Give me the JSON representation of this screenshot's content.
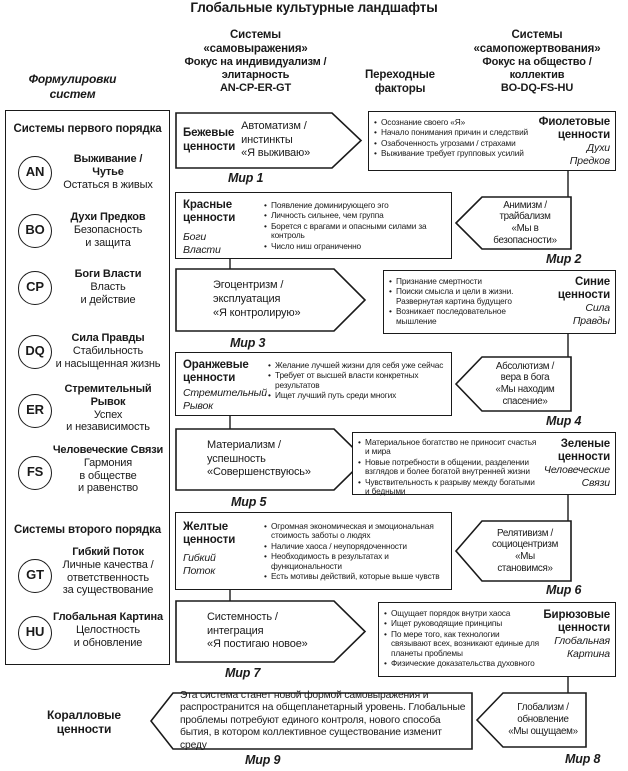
{
  "title": "Глобальные культурные ландшафты",
  "headers": {
    "formulations": "Формулировки\nсистем",
    "expression": {
      "name": "Системы\n«самовыражения»",
      "focus": "Фокус на индивидуализм /\nэлитарность",
      "codes": "AN-CP-ER-GT"
    },
    "transition": "Переходные\nфакторы",
    "sacrifice": {
      "name": "Системы\n«самопожертвования»",
      "focus": "Фокус на общество /\nколлектив",
      "codes": "BO-DQ-FS-HU"
    }
  },
  "sidebar": {
    "first_order_title": "Системы первого порядка",
    "second_order_title": "Системы второго порядка",
    "first_order": [
      {
        "code": "AN",
        "name": "Выживание /\nЧутье",
        "desc": "Остаться в живых"
      },
      {
        "code": "BO",
        "name": "Духи Предков",
        "desc": "Безопасность\nи защита"
      },
      {
        "code": "CP",
        "name": "Боги Власти",
        "desc": "Власть\nи действие"
      },
      {
        "code": "DQ",
        "name": "Сила Правды",
        "desc": "Стабильность\nи насыщенная жизнь"
      },
      {
        "code": "ER",
        "name": "Стремительный\nРывок",
        "desc": "Успех\nи независимость"
      },
      {
        "code": "FS",
        "name": "Человеческие Связи",
        "desc": "Гармония\nв обществе\nи равенство"
      }
    ],
    "second_order": [
      {
        "code": "GT",
        "name": "Гибкий Поток",
        "desc": "Личные качества /\nответственность\nза существование"
      },
      {
        "code": "HU",
        "name": "Глобальная Картина",
        "desc": "Целостность\nи обновление"
      }
    ]
  },
  "flow": {
    "stage1": {
      "name": "Бежевые\nценности",
      "text": "Автоматизм /\nинстинкты\n«Я выживаю»",
      "world": "Мир 1"
    },
    "tbox1": {
      "bullets": [
        "Осознание своего «Я»",
        "Начало понимания причин и следствий",
        "Озабоченность угрозами / страхами",
        "Выживание требует групповых усилий"
      ],
      "label": "Фиолетовые\nценности",
      "sublabel": "Духи\nПредков"
    },
    "stage2": {
      "name": "Красные\nценности",
      "sublabel": "Боги\nВласти",
      "bullets": [
        "Появление доминирующего эго",
        "Личность сильнее, чем группа",
        "Борется с врагами и опасными силами за контроль",
        "Число ниш ограниченно"
      ],
      "world": "Мир 2"
    },
    "arrow2": {
      "text": "Анимизм /\nтрайбализм\n«Мы в безопасности»"
    },
    "stage3": {
      "text": "Эгоцентризм /\nэксплуатация\n«Я контролирую»",
      "world": "Мир 3"
    },
    "tbox3": {
      "bullets": [
        "Признание смертности",
        "Поиски смысла и цели в жизни. Развернутая картина будущего",
        "Возникает последовательное мышление"
      ],
      "label": "Синие\nценности",
      "sublabel": "Сила\nПравды"
    },
    "stage4": {
      "name": "Оранжевые\nценности",
      "sublabel": "Стремительный\nРывок",
      "bullets": [
        "Желание лучшей жизни для себя уже сейчас",
        "Требует от высшей власти конкретных результатов",
        "Ищет лучший путь среди многих"
      ],
      "world": "Мир 4"
    },
    "arrow4": {
      "text": "Абсолютизм /\nвера в бога\n«Мы находим\nспасение»"
    },
    "stage5": {
      "text": "Материализм /\nуспешность\n«Совершенствуюсь»",
      "world": "Мир 5"
    },
    "tbox5": {
      "bullets": [
        "Материальное богатство не приносит счастья и мира",
        "Новые потребности в общении, разделении взглядов и более богатой внутренней жизни",
        "Чувствительность к разрыву между богатыми и бедными"
      ],
      "label": "Зеленые\nценности",
      "sublabel": "Человеческие\nСвязи"
    },
    "stage6": {
      "name": "Желтые\nценности",
      "sublabel": "Гибкий\nПоток",
      "bullets": [
        "Огромная экономическая и эмоциональная стоимость заботы о людях",
        "Наличие хаоса / неупорядоченности",
        "Необходимость в результатах и функциональности",
        "Есть мотивы действий, которые выше чувств"
      ],
      "world": "Мир 6"
    },
    "arrow6": {
      "text": "Релятивизм /\nсоциоцентризм\n«Мы\nстановимся»"
    },
    "stage7": {
      "text": "Системность /\nинтеграция\n«Я постигаю новое»",
      "world": "Мир 7"
    },
    "tbox7": {
      "bullets": [
        "Ощущает порядок внутри хаоса",
        "Ищет руководящие принципы",
        "По мере того, как технологии связывают всех, возникают единые для планеты проблемы",
        "Физические доказательства духовного"
      ],
      "label": "Бирюзовые\nценности",
      "sublabel": "Глобальная\nКартина"
    },
    "arrow8": {
      "text": "Глобализм /\nобновление\n«Мы ощущаем»",
      "world": "Мир 8"
    },
    "final": {
      "text": "Эта система станет новой формой самовыражения и распространится на общепланетарный уровень. Глобальные проблемы потребуют единого контроля, нового способа бытия, в котором коллективное существование изменит среду",
      "world": "Мир 9"
    },
    "coral": {
      "label": "Коралловые\nценности"
    }
  },
  "colors": {
    "ink": "#1a1a1a",
    "background": "#ffffff"
  }
}
